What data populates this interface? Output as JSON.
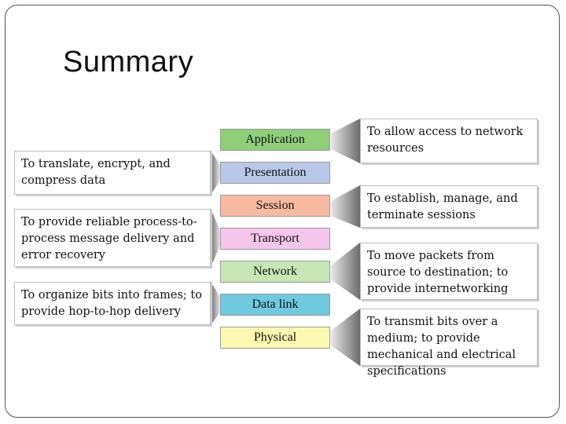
{
  "title": "Summary",
  "layers": [
    {
      "label": "Application",
      "color": "#8fcf7a"
    },
    {
      "label": "Presentation",
      "color": "#b9c8e8"
    },
    {
      "label": "Session",
      "color": "#f7b9a0"
    },
    {
      "label": "Transport",
      "color": "#f6c6ec"
    },
    {
      "label": "Network",
      "color": "#c7e8b6"
    },
    {
      "label": "Data link",
      "color": "#6fc9e0"
    },
    {
      "label": "Physical",
      "color": "#fbfab0"
    }
  ],
  "descriptions": {
    "application": "To allow access to network resources",
    "presentation": "To translate, encrypt, and compress data",
    "session": "To establish, manage, and terminate sessions",
    "transport": "To provide reliable process-to-process message delivery and error recovery",
    "network": "To move packets from source to destination; to provide internetworking",
    "data_link": "To organize bits into frames; to provide hop-to-hop delivery",
    "physical": "To transmit bits over a medium; to provide mechanical and electrical specifications"
  }
}
